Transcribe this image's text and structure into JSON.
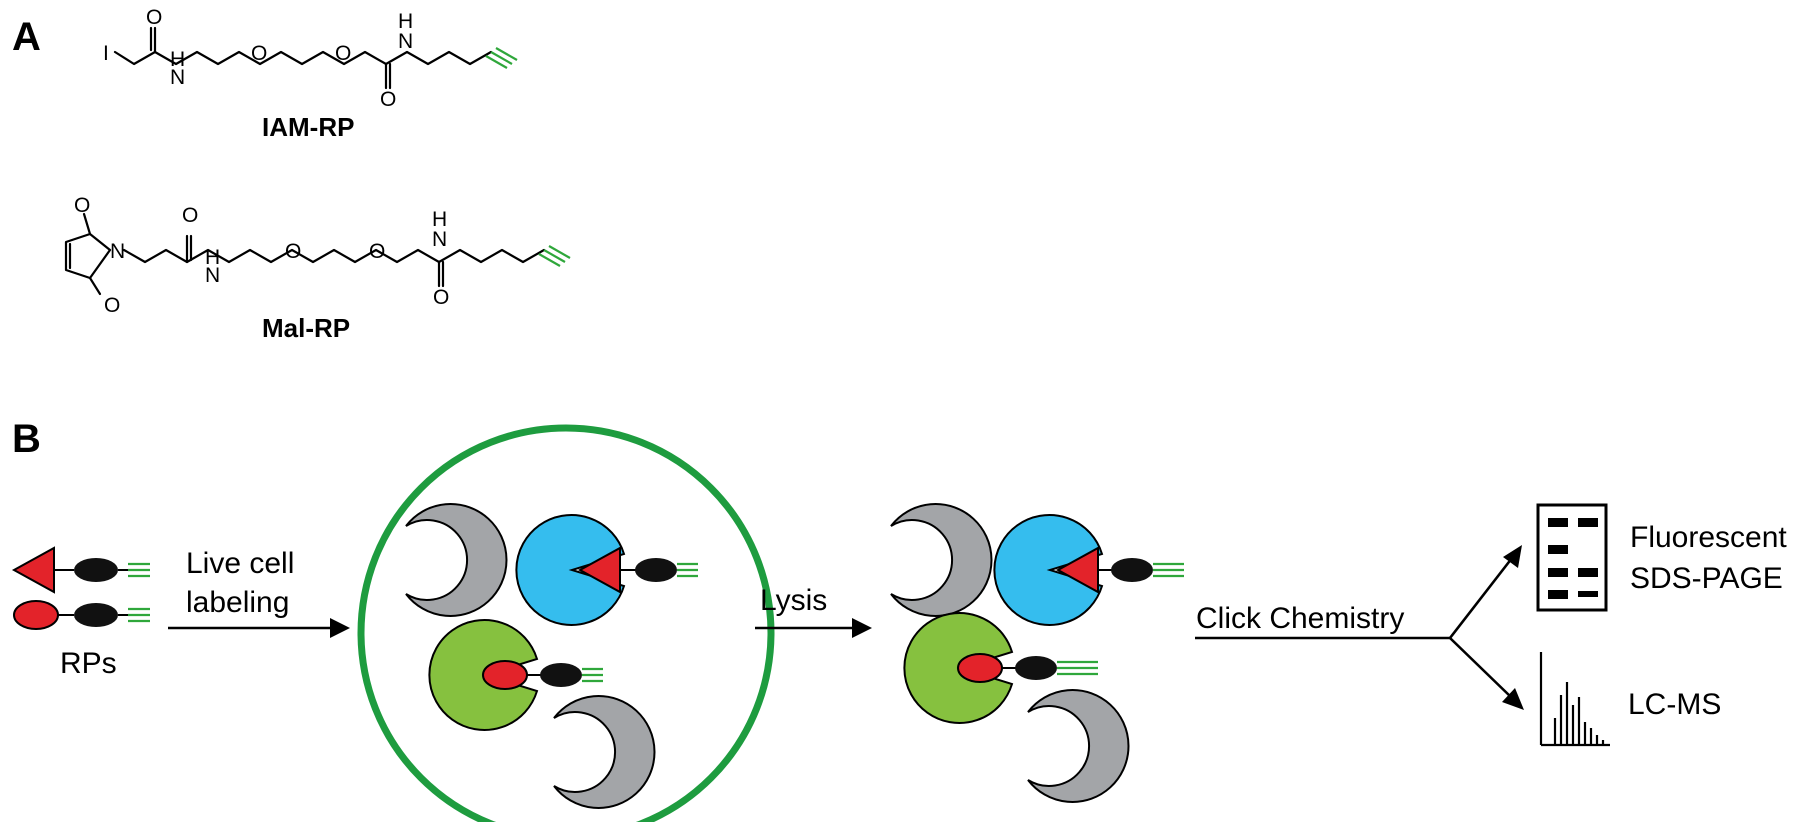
{
  "panel_a": {
    "letter": "A",
    "compounds": [
      {
        "name": "IAM-RP",
        "atoms": {
          "iodine": "I",
          "amide1_o": "O",
          "amide1_n": "H\nN",
          "ether1": "O",
          "ether2": "O",
          "amide2_n": "N",
          "amide2_h": "H",
          "amide2_o": "O"
        }
      },
      {
        "name": "Mal-RP",
        "atoms": {
          "ring_o_top": "O",
          "ring_n": "N",
          "ring_o_bottom": "O",
          "amide1_o": "O",
          "amide1_n": "H\nN",
          "ether1": "O",
          "ether2": "O",
          "amide2_n": "N",
          "amide2_h": "H",
          "amide2_o": "O"
        }
      }
    ]
  },
  "panel_b": {
    "letter": "B",
    "probes_label": "RPs",
    "step1_label_line1": "Live cell",
    "step1_label_line2": "labeling",
    "step2_label": "Lysis",
    "step3_label": "Click Chemistry",
    "output1_line1": "Fluorescent",
    "output1_line2": "SDS-PAGE",
    "output2": "LC-MS"
  },
  "colors": {
    "cell_membrane": "#1e9c3f",
    "protein_gray": "#a3a5a8",
    "protein_blue": "#35bdee",
    "protein_green": "#86c13f",
    "reactive_group_red": "#e3232a",
    "linker_black": "#111111",
    "alkyne_green": "#2fa73b"
  }
}
